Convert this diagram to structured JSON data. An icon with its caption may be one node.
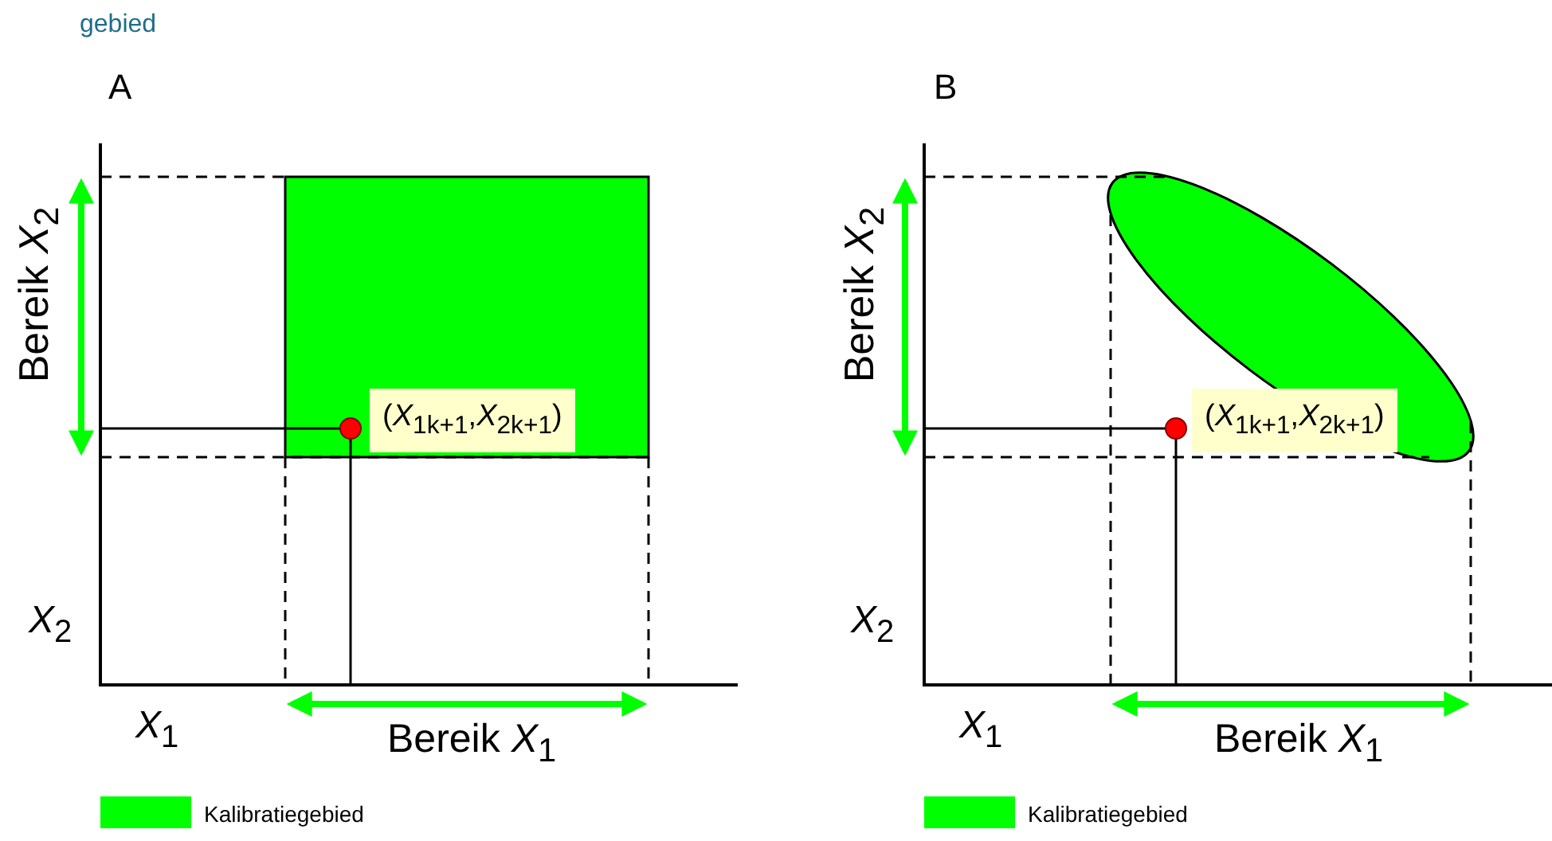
{
  "diagram": {
    "nodes": [
      {
        "text": [
          "(*X*$_{1k+1}$,*X*$_{2k+1}$)"
        ]
      },
      {
        "text": [
          "(*X*$_{1k+1}$,*X*$_{2k+1}$)"
        ]
      }
    ],
    "labels": [
      "gebied",
      "A",
      "Bereik *X*$_{2}$",
      "*X*$_{2}$",
      "*X*$_{1}$",
      "Bereik *X*$_{1}$",
      "B",
      "Bereik *X*$_{2}$",
      "*X*$_{2}$",
      "*X*$_{1}$",
      "Bereik *X*$_{1}$"
    ],
    "legend": [
      {
        "text": "Kalibratiegebied",
        "color": "#00ff00"
      },
      {
        "text": "Kalibratiegebied",
        "color": "#00ff00"
      }
    ]
  }
}
